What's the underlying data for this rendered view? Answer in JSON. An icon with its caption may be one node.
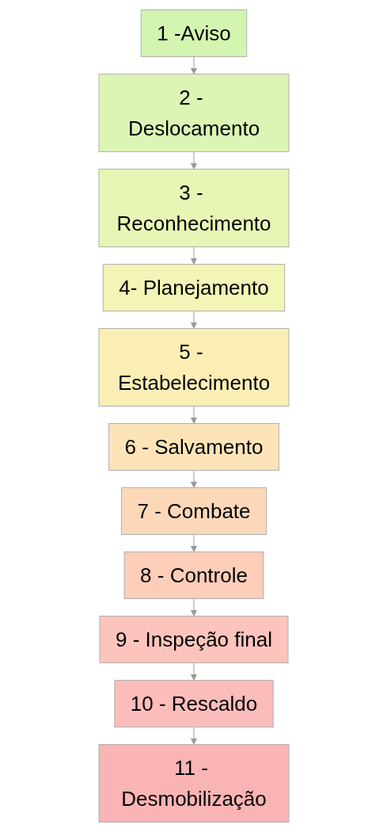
{
  "diagram": {
    "nodes": [
      {
        "text": [
          "1 -Aviso"
        ]
      },
      {
        "text": [
          "2 - Deslocamento"
        ]
      },
      {
        "text": [
          "3 - Reconhecimento"
        ]
      },
      {
        "text": [
          "4- Planejamento"
        ]
      },
      {
        "text": [
          "5 - Estabelecimento"
        ]
      },
      {
        "text": [
          "6 - Salvamento"
        ]
      },
      {
        "text": [
          "7 - Combate"
        ]
      },
      {
        "text": [
          "8 - Controle"
        ]
      },
      {
        "text": [
          "9 - Inspeção final"
        ]
      },
      {
        "text": [
          "10 - Rescaldo"
        ]
      },
      {
        "text": [
          "11 - Desmobilização"
        ]
      }
    ],
    "edges": [
      {
        "from": 0,
        "to": 1,
        "arrow": "to"
      },
      {
        "from": 1,
        "to": 2,
        "arrow": "to"
      },
      {
        "from": 2,
        "to": 3,
        "arrow": "to"
      },
      {
        "from": 3,
        "to": 4,
        "arrow": "to"
      },
      {
        "from": 4,
        "to": 5,
        "arrow": "to"
      },
      {
        "from": 5,
        "to": 6,
        "arrow": "to"
      },
      {
        "from": 6,
        "to": 7,
        "arrow": "to"
      },
      {
        "from": 7,
        "to": 8,
        "arrow": "to"
      },
      {
        "from": 8,
        "to": 9,
        "arrow": "to"
      },
      {
        "from": 9,
        "to": 10,
        "arrow": "to"
      }
    ]
  }
}
